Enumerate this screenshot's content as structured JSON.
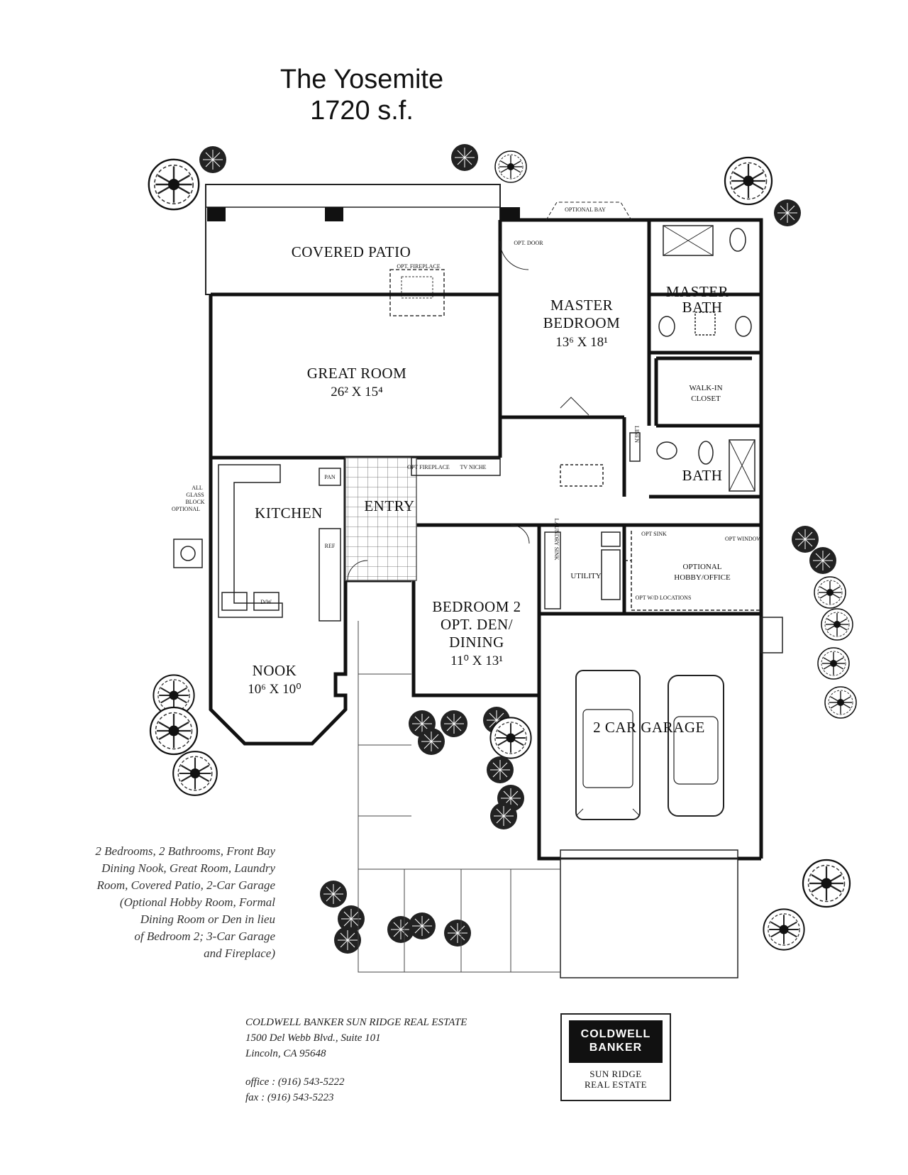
{
  "header": {
    "title": "The Yosemite",
    "size": "1720 s.f."
  },
  "rooms": {
    "covered_patio": "COVERED PATIO",
    "opt_fireplace": "OPT. FIREPLACE",
    "great_room": "GREAT ROOM",
    "great_room_dim": "26² X 15⁴",
    "master_bedroom_1": "MASTER",
    "master_bedroom_2": "BEDROOM",
    "master_bedroom_dim": "13⁶ X 18¹",
    "master_bath_1": "MASTER",
    "master_bath_2": "BATH",
    "walk_in_closet_1": "WALK-IN",
    "walk_in_closet_2": "CLOSET",
    "bath": "BATH",
    "linen": "LINEN",
    "kitchen": "KITCHEN",
    "entry": "ENTRY",
    "pan": "PAN",
    "ref": "REF",
    "dw": "D/W",
    "tv_niche": "TV NICHE",
    "opt_fireplace_small": "OPT FIREPLACE",
    "glass_block_1": "ALL",
    "glass_block_2": "GLASS",
    "glass_block_3": "BLOCK",
    "glass_block_4": "OPTIONAL",
    "opt_door": "OPT. DOOR",
    "optional_bay": "OPTIONAL BAY",
    "nook": "NOOK",
    "nook_dim": "10⁶ X 10⁰",
    "bedroom2_1": "BEDROOM 2",
    "bedroom2_2": "OPT. DEN/",
    "bedroom2_3": "DINING",
    "bedroom2_dim": "11⁰ X 13¹",
    "utility": "UTILITY",
    "laundry": "LAUNDRY SINK",
    "opt_sink": "OPT SINK",
    "opt_window": "OPT WINDOW",
    "hobby_1": "OPTIONAL",
    "hobby_2": "HOBBY/OFFICE",
    "opt_wall": "OPT W/D LOCATIONS",
    "garage": "2 CAR GARAGE"
  },
  "description": [
    "2 Bedrooms, 2 Bathrooms, Front Bay",
    "Dining Nook, Great Room, Laundry",
    "Room, Covered Patio, 2-Car Garage",
    "(Optional Hobby Room, Formal",
    "Dining Room or Den in lieu",
    "of Bedroom 2; 3-Car Garage",
    "and Fireplace)"
  ],
  "contact": {
    "company": "COLDWELL BANKER SUN RIDGE REAL ESTATE",
    "address": "1500 Del Webb Blvd., Suite 101",
    "city": "Lincoln, CA 95648",
    "office": "office : (916) 543-5222",
    "fax": "fax :   (916) 543-5223"
  },
  "logo": {
    "line1": "COLDWELL",
    "line2": "BANKER",
    "sub1": "SUN RIDGE",
    "sub2": "REAL ESTATE"
  }
}
